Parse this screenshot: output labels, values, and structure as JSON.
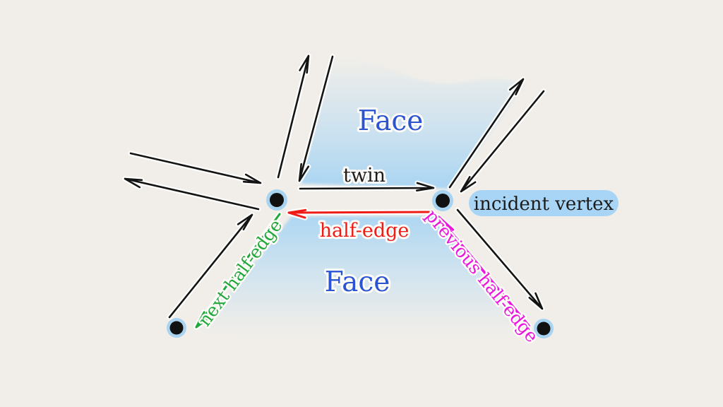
{
  "diagram": {
    "kind": "half-edge data structure illustration",
    "labels": {
      "face_top": "Face",
      "face_bottom": "Face",
      "twin": "twin",
      "half_edge": "half-edge",
      "next_half_edge": "next half-edge",
      "previous_half_edge": "previous half-edge",
      "incident_vertex": "incident vertex"
    },
    "colors": {
      "background": "#f1eee9",
      "edge_black": "#141414",
      "half_edge_red": "#ee1b16",
      "next_green": "#21a83a",
      "previous_magenta": "#ec15df",
      "face_label_blue": "#2b54d3",
      "text_black": "#1c1c1c",
      "vertex_halo": "#a9d4f1",
      "vertex_dot": "#111111",
      "incident_pill": "#a8d5f5",
      "face_blue": "#abd5f2"
    },
    "vertex_count": 4,
    "face_count": 2
  }
}
